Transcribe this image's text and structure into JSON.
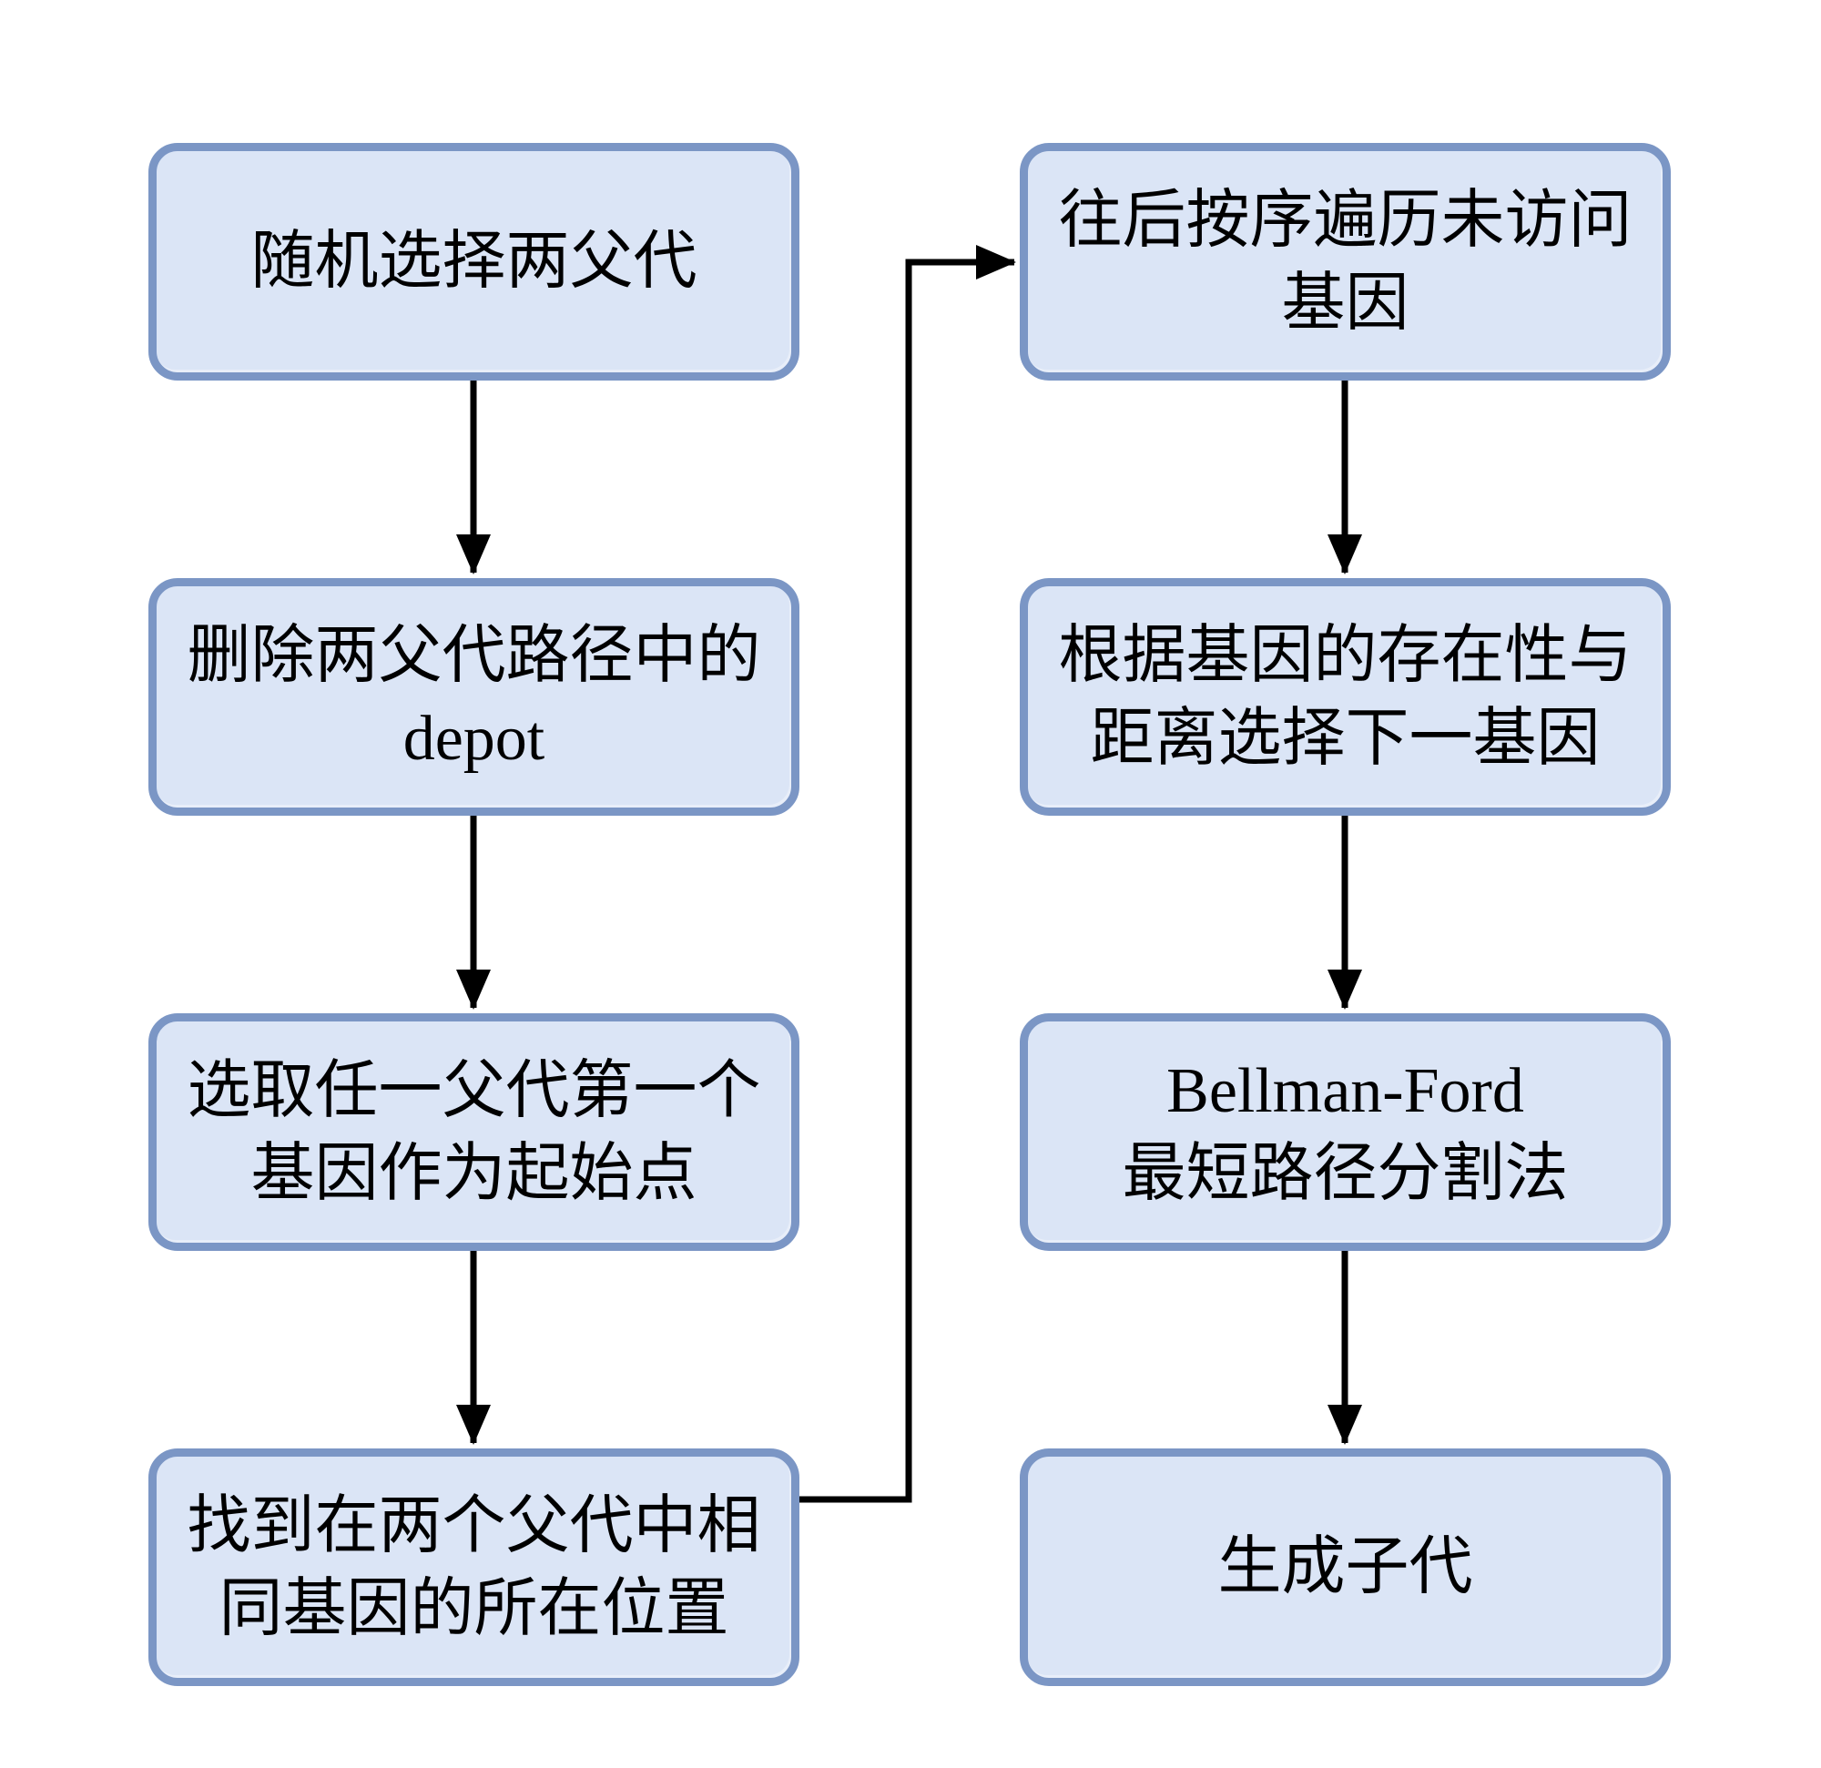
{
  "diagram": {
    "type": "flowchart",
    "colors": {
      "box_fill": "#dbe5f6",
      "box_border": "#7b96c5",
      "arrow": "#000000",
      "background": "#ffffff"
    },
    "boxes": {
      "random_select_parents": {
        "label": "随机选择两父代",
        "column": "left",
        "row": 1
      },
      "delete_depot": {
        "label": "删除两父代路径中的\ndepot",
        "column": "left",
        "row": 2
      },
      "select_first_gene": {
        "label": "选取任一父代第一个\n基因作为起始点",
        "column": "left",
        "row": 3
      },
      "find_same_gene_positions": {
        "label": "找到在两个父代中相\n同基因的所在位置",
        "column": "left",
        "row": 4
      },
      "traverse_unvisited_genes": {
        "label": "往后按序遍历未访问\n基因",
        "column": "right",
        "row": 1
      },
      "select_next_gene": {
        "label": "根据基因的存在性与\n距离选择下一基因",
        "column": "right",
        "row": 2
      },
      "bellman_ford_split": {
        "label": "Bellman-Ford\n最短路径分割法",
        "column": "right",
        "row": 3
      },
      "generate_offspring": {
        "label": "生成子代",
        "column": "right",
        "row": 4
      }
    },
    "edges": [
      {
        "from": "random_select_parents",
        "to": "delete_depot"
      },
      {
        "from": "delete_depot",
        "to": "select_first_gene"
      },
      {
        "from": "select_first_gene",
        "to": "find_same_gene_positions"
      },
      {
        "from": "find_same_gene_positions",
        "to": "traverse_unvisited_genes",
        "style": "elbow-right-up-right"
      },
      {
        "from": "traverse_unvisited_genes",
        "to": "select_next_gene"
      },
      {
        "from": "select_next_gene",
        "to": "bellman_ford_split"
      },
      {
        "from": "bellman_ford_split",
        "to": "generate_offspring"
      }
    ]
  }
}
